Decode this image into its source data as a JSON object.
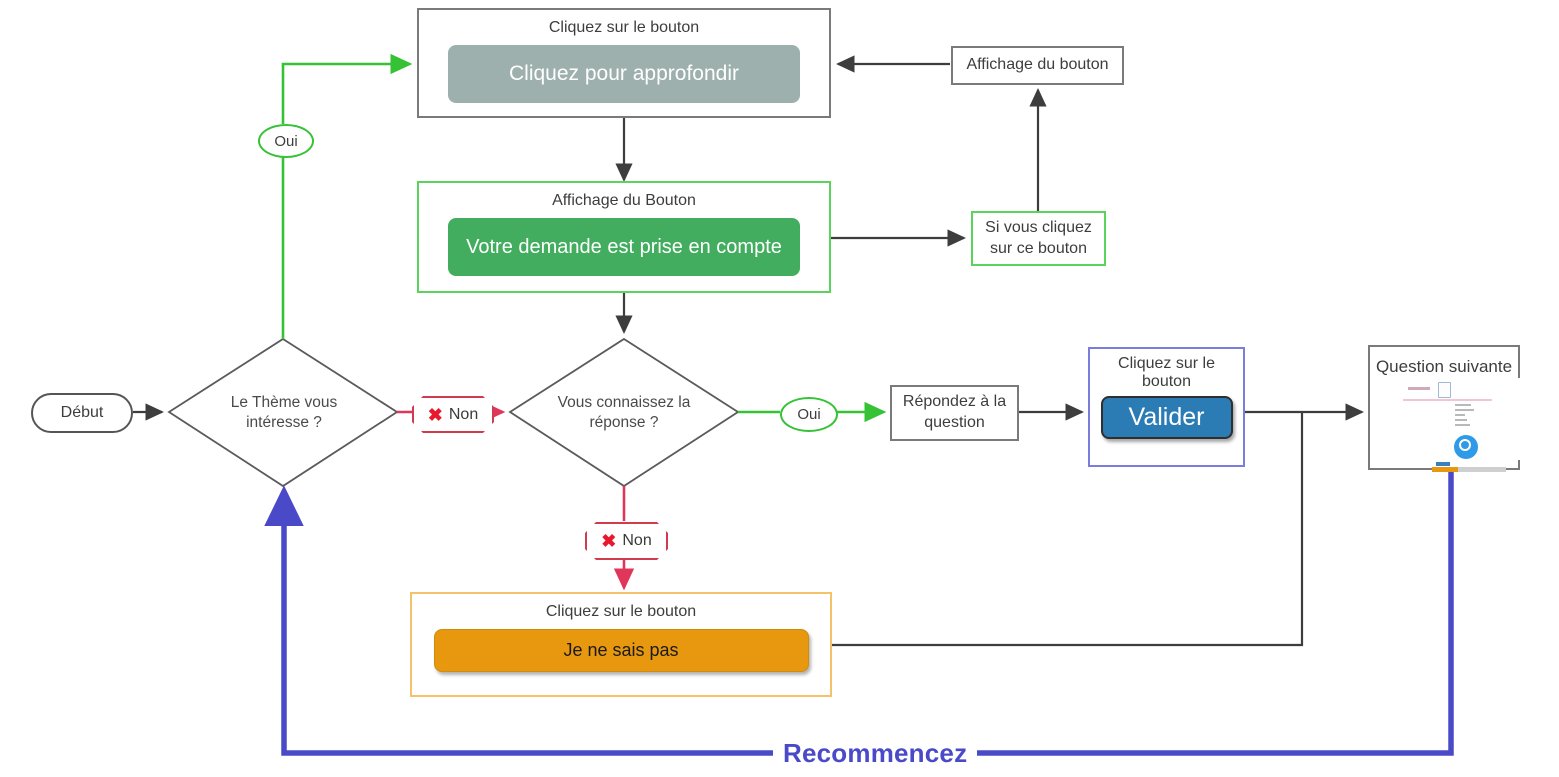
{
  "diagram": {
    "title_text": "Recommencez",
    "colors": {
      "green": "#35c235",
      "red": "#d23a4e",
      "blue_loop": "#4a4ac8",
      "grey_arrow": "#4d4d4d",
      "btn_grey": "#9db0ae",
      "btn_green": "#43ad5f",
      "btn_orange": "#e8980e",
      "btn_blue": "#2b7cb5"
    }
  },
  "nodes": {
    "start": {
      "label": "Début"
    },
    "theme_decision": {
      "label": "Le Thème vous intéresse ?"
    },
    "know_decision": {
      "label": "Vous connaissez la réponse ?"
    },
    "deepen_card": {
      "caption": "Cliquez sur le bouton",
      "button": "Cliquez pour approfondir"
    },
    "request_card": {
      "caption": "Affichage du Bouton",
      "button": "Votre demande est prise en compte"
    },
    "display_button_box": {
      "label": "Affichage du bouton"
    },
    "if_click_box": {
      "label": "Si vous cliquez sur ce bouton"
    },
    "answer_box": {
      "label": "Répondez à la question"
    },
    "validate_card": {
      "caption": "Cliquez sur le bouton",
      "button": "Valider"
    },
    "dont_know_card": {
      "caption": "Cliquez sur le bouton",
      "button": "Je ne sais pas"
    },
    "next_question": {
      "label": "Question suivante"
    }
  },
  "edges": {
    "yes_theme": "Oui",
    "no_theme": "Non",
    "yes_know": "Oui",
    "no_know": "Non",
    "x_glyph": "✖"
  }
}
